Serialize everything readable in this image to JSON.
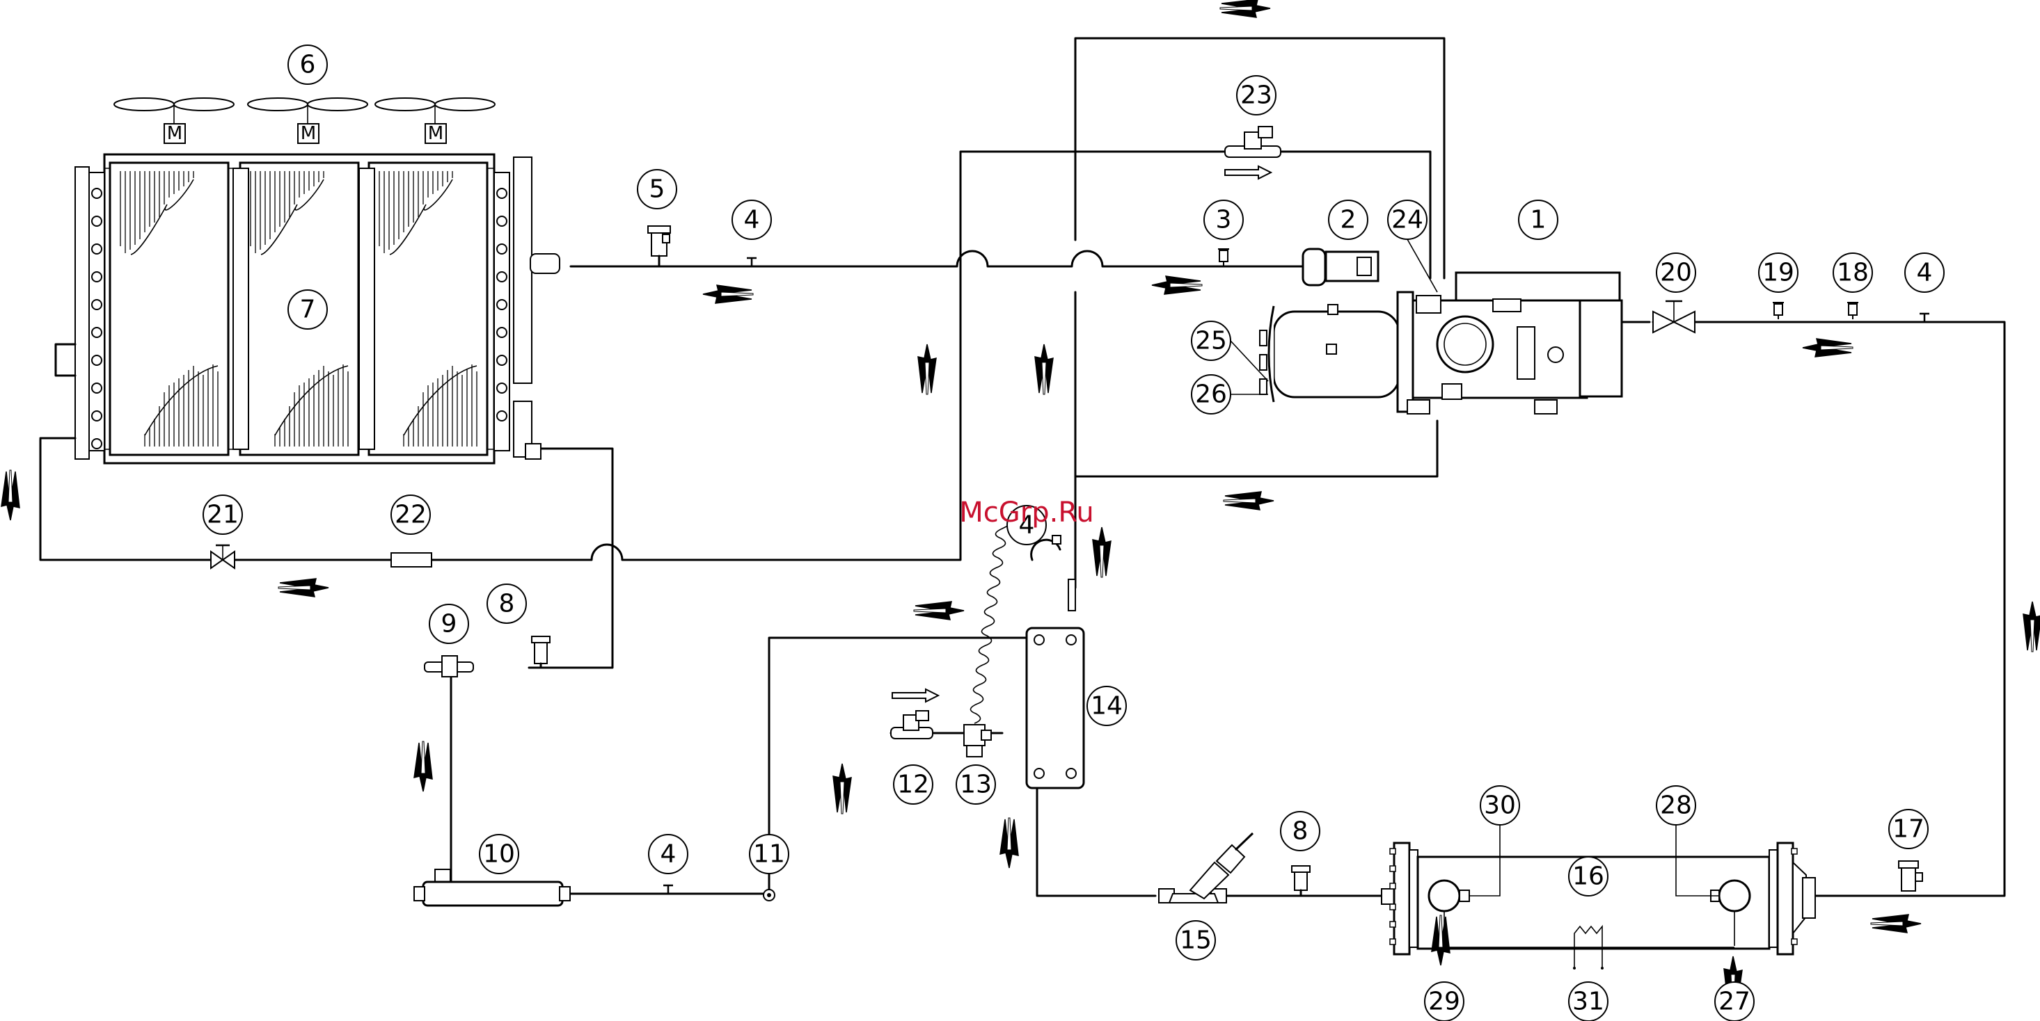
{
  "diagram": {
    "watermark": "McGrp.Ru",
    "motor_label": "M",
    "labels": [
      "1",
      "2",
      "3",
      "4",
      "4",
      "4",
      "4",
      "5",
      "6",
      "7",
      "8",
      "8",
      "9",
      "10",
      "11",
      "12",
      "13",
      "14",
      "15",
      "16",
      "17",
      "18",
      "19",
      "20",
      "21",
      "22",
      "23",
      "24",
      "25",
      "26",
      "27",
      "28",
      "29",
      "30",
      "31"
    ],
    "icons": {
      "flow_arrow": "double-arrow-icon",
      "fan": "fan-icon",
      "motor": "motor-icon",
      "valve": "valve-icon",
      "solenoid": "solenoid-valve-icon",
      "compressor": "screw-compressor-icon",
      "condenser": "condenser-coil-icon",
      "evaporator": "shell-tube-evaporator-icon",
      "receiver": "receiver-icon",
      "heat_exchanger": "plate-heat-exchanger-icon"
    }
  }
}
